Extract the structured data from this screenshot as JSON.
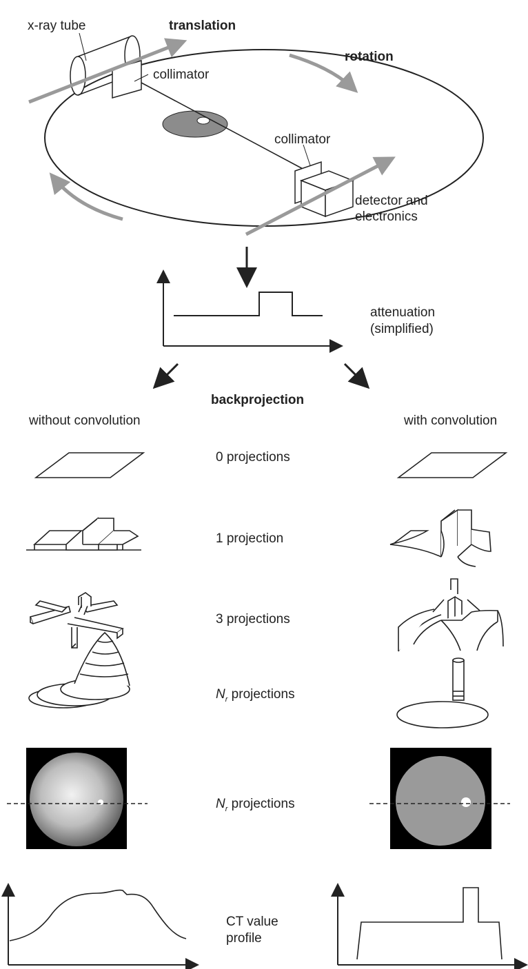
{
  "scanner": {
    "xray_tube": "x-ray tube",
    "translation": "translation",
    "rotation": "rotation",
    "collimator_top": "collimator",
    "collimator_bottom": "collimator",
    "detector_line1": "detector and",
    "detector_line2": "electronics"
  },
  "attenuation": {
    "line1": "attenuation",
    "line2": "(simplified)"
  },
  "backprojection": {
    "title": "backprojection",
    "left_header": "without convolution",
    "right_header": "with convolution",
    "rows": [
      {
        "label": "0 projections"
      },
      {
        "label": "1 projection"
      },
      {
        "label": "3 projections"
      },
      {
        "label_n": "N",
        "label_rest": " projections",
        "label_sub": "r"
      },
      {
        "label_n": "N",
        "label_rest": " projections",
        "label_sub": "r"
      }
    ]
  },
  "profile": {
    "line1": "CT value",
    "line2": "profile"
  },
  "colors": {
    "gray_arrow": "#9a9a9a",
    "line": "#222222",
    "disk_fill": "#8c8c8c"
  }
}
